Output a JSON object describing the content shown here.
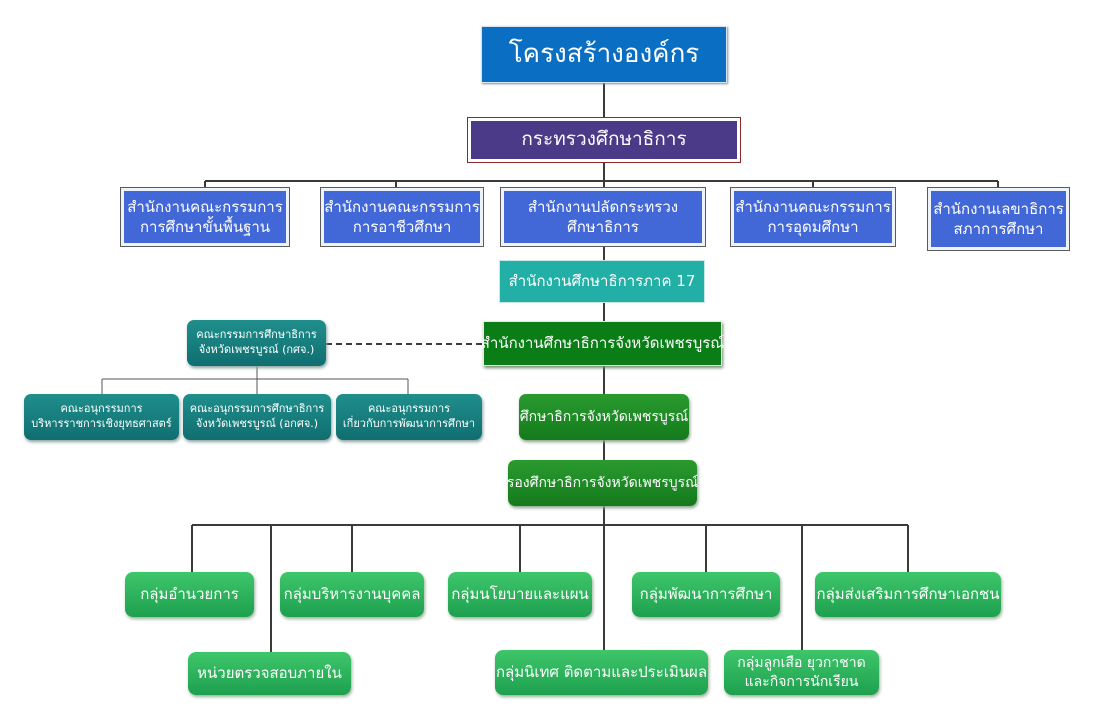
{
  "header": {
    "title": "โครงสร้างองค์กร"
  },
  "ministry": {
    "label": "กระทรวงศึกษาธิการ"
  },
  "offices": [
    {
      "line1": "สำนักงานคณะกรรมการ",
      "line2": "การศึกษาขั้นพื้นฐาน"
    },
    {
      "line1": "สำนักงานคณะกรรมการ",
      "line2": "การอาชีวศึกษา"
    },
    {
      "line1": "สำนักงานปลัดกระทรวง",
      "line2": "ศึกษาธิการ"
    },
    {
      "line1": "สำนักงานคณะกรรมการ",
      "line2": "การอุดมศึกษา"
    },
    {
      "line1": "สำนักงานเลขาธิการ",
      "line2": "สภาการศึกษา"
    }
  ],
  "region_office": {
    "label": "สำนักงานศึกษาธิการภาค 17"
  },
  "province_office": {
    "label": "สำนักงานศึกษาธิการจังหวัดเพชรบูรณ์"
  },
  "committee": {
    "line1": "คณะกรรมการศึกษาธิการ",
    "line2": "จังหวัดเพชรบูรณ์ (กศจ.)"
  },
  "subcommittees": [
    {
      "line1": "คณะอนุกรรมการ",
      "line2": "บริหารราชการเชิงยุทธศาสตร์"
    },
    {
      "line1": "คณะอนุกรรมการศึกษาธิการ",
      "line2": "จังหวัดเพชรบูรณ์ (อกศจ.)"
    },
    {
      "line1": "คณะอนุกรรมการ",
      "line2": "เกี่ยวกับการพัฒนาการศึกษา"
    }
  ],
  "director": {
    "label": "ศึกษาธิการจังหวัดเพชรบูรณ์"
  },
  "deputy": {
    "label": "รองศึกษาธิการจังหวัดเพชรบูรณ์"
  },
  "groups": [
    {
      "label": "กลุ่มอำนวยการ"
    },
    {
      "label": "กลุ่มบริหารงานบุคคล"
    },
    {
      "label": "กลุ่มนโยบายและแผน"
    },
    {
      "label": "กลุ่มพัฒนาการศึกษา"
    },
    {
      "label": "กลุ่มส่งเสริมการศึกษาเอกชน"
    }
  ],
  "lower_groups": [
    {
      "line1": "หน่วยตรวจสอบภายใน"
    },
    {
      "line1": "กลุ่มนิเทศ ติดตามและประเมินผล"
    },
    {
      "line1": "กลุ่มลูกเสือ ยุวกาชาด",
      "line2": "และกิจการนักเรียน"
    }
  ]
}
